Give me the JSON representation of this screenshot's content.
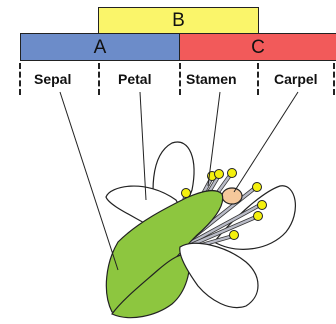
{
  "colors": {
    "band_a": "#6C8CC9",
    "band_b": "#FAF56A",
    "band_c": "#F25A5A",
    "sepal": "#8DC63F",
    "petal": "#FFFFFF",
    "filament": "#B9BBC7",
    "anther": "#F4F00E",
    "carpel": "#F5C89B"
  },
  "bands": {
    "a": "A",
    "b": "B",
    "c": "C"
  },
  "organs": [
    "Sepal",
    "Petal",
    "Stamen",
    "Carpel"
  ]
}
